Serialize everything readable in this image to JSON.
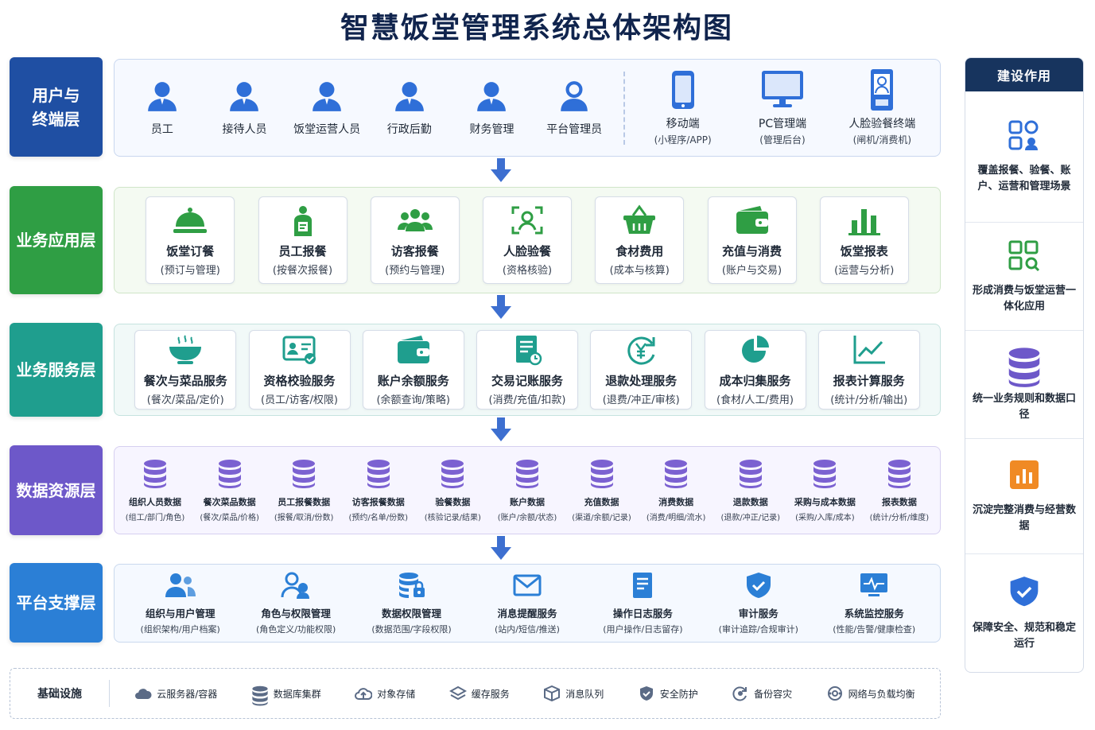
{
  "title": "智慧饭堂管理系统总体架构图",
  "colors": {
    "user_layer": "#1f4fa3",
    "business_app_layer": "#2f9e44",
    "business_service_layer": "#1f9e8e",
    "data_layer": "#6d58c9",
    "platform_layer": "#2b7fd6",
    "right_header": "#17345e"
  },
  "layers": {
    "user": {
      "label": "用户与终端层",
      "label_line1": "用户与",
      "label_line2": "终端层",
      "users": [
        {
          "label": "员工",
          "icon": "person-icon"
        },
        {
          "label": "接待人员",
          "icon": "person-icon"
        },
        {
          "label": "饭堂运营人员",
          "icon": "person-icon"
        },
        {
          "label": "行政后勤",
          "icon": "person-icon"
        },
        {
          "label": "财务管理",
          "icon": "person-icon"
        },
        {
          "label": "平台管理员",
          "icon": "person-outline-icon"
        }
      ],
      "terminals": [
        {
          "label": "移动端",
          "sub": "(小程序/APP)",
          "icon": "mobile-phone-icon"
        },
        {
          "label": "PC管理端",
          "sub": "(管理后台)",
          "icon": "monitor-icon"
        },
        {
          "label": "人脸验餐终端",
          "sub": "(闸机/消费机)",
          "icon": "face-terminal-icon"
        }
      ]
    },
    "business_app": {
      "label": "业务应用层",
      "items": [
        {
          "label": "饭堂订餐",
          "sub": "(预订与管理)",
          "icon": "cloche-icon"
        },
        {
          "label": "员工报餐",
          "sub": "(按餐次报餐)",
          "icon": "employee-report-icon"
        },
        {
          "label": "访客报餐",
          "sub": "(预约与管理)",
          "icon": "group-icon"
        },
        {
          "label": "人脸验餐",
          "sub": "(资格核验)",
          "icon": "face-scan-icon"
        },
        {
          "label": "食材费用",
          "sub": "(成本与核算)",
          "icon": "basket-icon"
        },
        {
          "label": "充值与消费",
          "sub": "(账户与交易)",
          "icon": "wallet-icon"
        },
        {
          "label": "饭堂报表",
          "sub": "(运营与分析)",
          "icon": "bar-chart-icon"
        }
      ]
    },
    "business_service": {
      "label": "业务服务层",
      "items": [
        {
          "label": "餐次与菜品服务",
          "sub": "(餐次/菜品/定价)",
          "icon": "bowl-icon"
        },
        {
          "label": "资格校验服务",
          "sub": "(员工/访客/权限)",
          "icon": "id-check-icon"
        },
        {
          "label": "账户余额服务",
          "sub": "(余额查询/策略)",
          "icon": "wallet-icon"
        },
        {
          "label": "交易记账服务",
          "sub": "(消费/充值/扣款)",
          "icon": "ledger-icon"
        },
        {
          "label": "退款处理服务",
          "sub": "(退费/冲正/审核)",
          "icon": "refund-icon"
        },
        {
          "label": "成本归集服务",
          "sub": "(食材/人工/费用)",
          "icon": "pie-chart-icon"
        },
        {
          "label": "报表计算服务",
          "sub": "(统计/分析/输出)",
          "icon": "line-chart-icon"
        }
      ]
    },
    "data": {
      "label": "数据资源层",
      "items": [
        {
          "label": "组织人员数据",
          "sub": "(组工/部门/角色)"
        },
        {
          "label": "餐次菜品数据",
          "sub": "(餐次/菜品/价格)"
        },
        {
          "label": "员工报餐数据",
          "sub": "(报餐/取消/份数)"
        },
        {
          "label": "访客报餐数据",
          "sub": "(预约/名单/份数)"
        },
        {
          "label": "验餐数据",
          "sub": "(核验记录/结果)"
        },
        {
          "label": "账户数据",
          "sub": "(账户/余额/状态)"
        },
        {
          "label": "充值数据",
          "sub": "(渠道/余额/记录)"
        },
        {
          "label": "消费数据",
          "sub": "(消费/明细/流水)"
        },
        {
          "label": "退款数据",
          "sub": "(退款/冲正/记录)"
        },
        {
          "label": "采购与成本数据",
          "sub": "(采购/入库/成本)"
        },
        {
          "label": "报表数据",
          "sub": "(统计/分析/维度)"
        }
      ]
    },
    "platform": {
      "label": "平台支撑层",
      "items": [
        {
          "label": "组织与用户管理",
          "sub": "(组织架构/用户档案)",
          "icon": "users-icon"
        },
        {
          "label": "角色与权限管理",
          "sub": "(角色定义/功能权限)",
          "icon": "role-icon"
        },
        {
          "label": "数据权限管理",
          "sub": "(数据范围/字段权限)",
          "icon": "database-lock-icon"
        },
        {
          "label": "消息提醒服务",
          "sub": "(站内/短信/推送)",
          "icon": "mail-icon"
        },
        {
          "label": "操作日志服务",
          "sub": "(用户操作/日志留存)",
          "icon": "log-icon"
        },
        {
          "label": "审计服务",
          "sub": "(审计追踪/合规审计)",
          "icon": "shield-check-icon"
        },
        {
          "label": "系统监控服务",
          "sub": "(性能/告警/健康检查)",
          "icon": "monitor-pulse-icon"
        }
      ]
    }
  },
  "infrastructure": {
    "label": "基础设施",
    "items": [
      {
        "label": "云服务器/容器",
        "icon": "cloud-icon"
      },
      {
        "label": "数据库集群",
        "icon": "database-icon"
      },
      {
        "label": "对象存储",
        "icon": "cloud-upload-icon"
      },
      {
        "label": "缓存服务",
        "icon": "layers-icon"
      },
      {
        "label": "消息队列",
        "icon": "cube-icon"
      },
      {
        "label": "安全防护",
        "icon": "shield-icon"
      },
      {
        "label": "备份容灾",
        "icon": "backup-icon"
      },
      {
        "label": "网络与负载均衡",
        "icon": "network-icon"
      }
    ]
  },
  "right_panel": {
    "header": "建设作用",
    "sections": [
      {
        "text": "覆盖报餐、验餐、账户、运营和管理场景",
        "icon": "apps-icon"
      },
      {
        "text": "形成消费与饭堂运营一体化应用",
        "icon": "grid-apps-icon"
      },
      {
        "text": "统一业务规则和数据口径",
        "icon": "database-icon"
      },
      {
        "text": "沉淀完整消费与经营数据",
        "icon": "chart-box-icon"
      },
      {
        "text": "保障安全、规范和稳定运行",
        "icon": "shield-check-icon"
      }
    ]
  }
}
